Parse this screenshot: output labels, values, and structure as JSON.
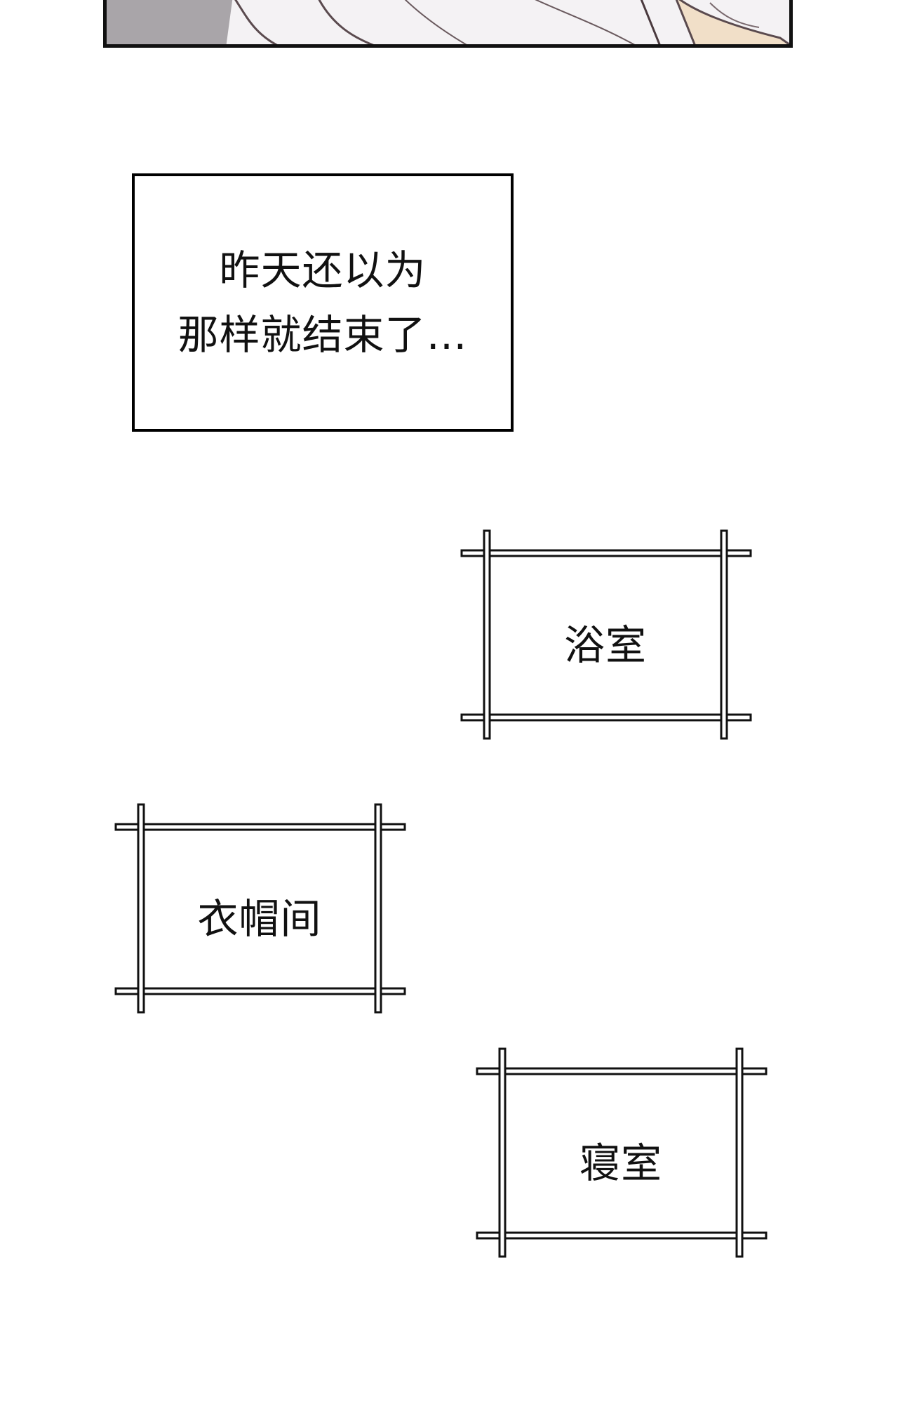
{
  "narration": {
    "line1": "昨天还以为",
    "line2": "那样就结束了…"
  },
  "room_signs": [
    {
      "label": "浴室"
    },
    {
      "label": "衣帽间"
    },
    {
      "label": "寝室"
    }
  ]
}
